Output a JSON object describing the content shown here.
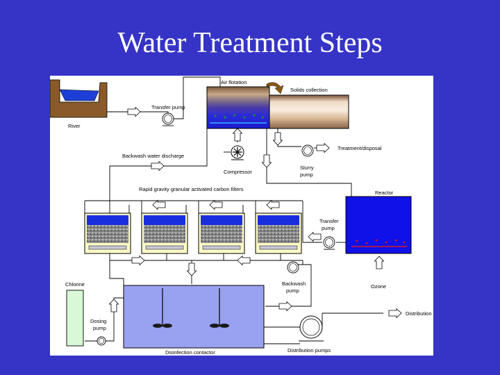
{
  "slide": {
    "title": "Water Treatment Steps"
  },
  "labels": {
    "river": "River",
    "transfer_pump_top": "Transfer pump",
    "air_flotation": "Air flotation",
    "solids_collection": "Solids collection",
    "treatment_disposal": "Treatment/disposal",
    "slurry_pump_1": "Slurry",
    "slurry_pump_2": "pump",
    "compressor": "Compressor",
    "backwash_discharge": "Backwash water discharge",
    "carbon_filters": "Rapid gravity granular activated carbon filters",
    "reactor": "Reactor",
    "transfer_pump_right_1": "Transfer",
    "transfer_pump_right_2": "pump",
    "ozone": "Ozone",
    "chlorine": "Chlorine",
    "dosing_pump_1": "Dosing",
    "dosing_pump_2": "pump",
    "backwash_pump_1": "Backwash",
    "backwash_pump_2": "pump",
    "distribution": "Distribution",
    "distribution_pumps": "Distribution pumps",
    "disinfection_contactor": "Disinfection contactor"
  },
  "colors": {
    "background": "#3634c6",
    "panel": "#ffffff",
    "river_water": "#1e3fd6",
    "river_bank": "#8a5a2b",
    "filter_water": "#1a2ee0",
    "filter_frame": "#fffbc8",
    "reactor": "#1010e8",
    "contactor": "#98a2f0",
    "chlorine_tank": "#d8f8d8",
    "arrow_fill": "#ffffff",
    "ozone_line": "#d81a1a",
    "solids_arrow": "#8a5a12"
  }
}
